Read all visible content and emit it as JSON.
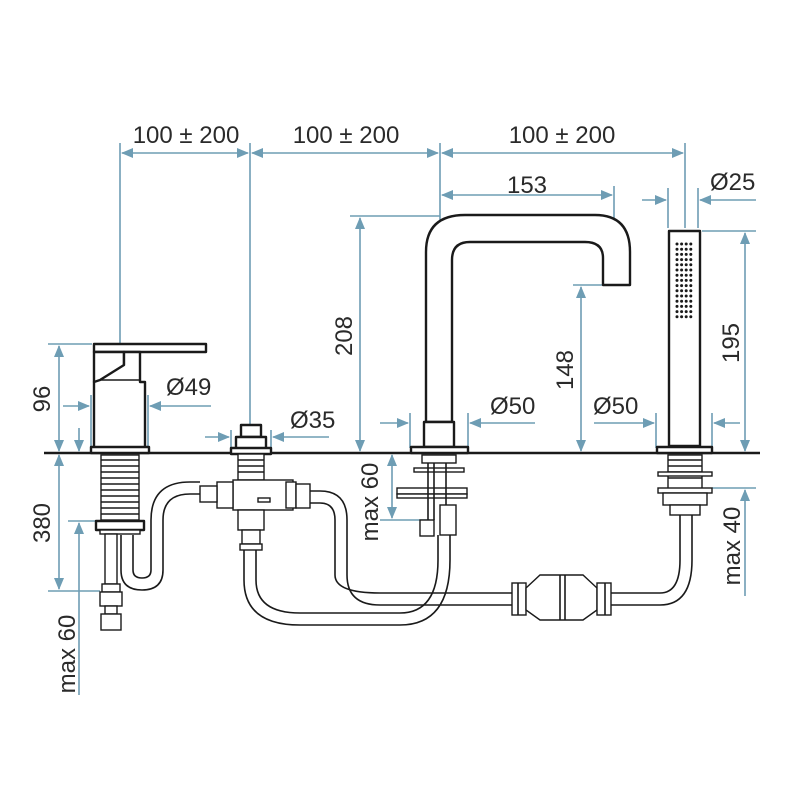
{
  "diagram": {
    "title": "Four-hole deck-mounted bath mixer installation drawing",
    "colors": {
      "dimension": "#6e9db4",
      "outline": "#1a1a1a",
      "text": "#2a2a2a",
      "background": "#ffffff"
    },
    "units": "mm",
    "dimensions": {
      "spacing_1": "100 ± 200",
      "spacing_2": "100 ± 200",
      "spacing_3": "100 ± 200",
      "spout_reach": "153",
      "shower_diameter": "Ø25",
      "spout_height": "208",
      "spout_outlet_height": "148",
      "shower_length": "195",
      "lever_height": "96",
      "lever_body_diameter": "Ø49",
      "diverter_diameter": "Ø35",
      "spout_base_diameter": "Ø50",
      "shower_base_diameter": "Ø50",
      "hose_length": "380",
      "max_deck_lever": "max 60",
      "max_deck_spout": "max 60",
      "max_deck_shower": "max 40"
    },
    "components": [
      {
        "name": "Single-lever mixer",
        "icon": "lever-mixer-icon"
      },
      {
        "name": "Diverter valve",
        "icon": "diverter-icon"
      },
      {
        "name": "Bath spout",
        "icon": "spout-icon"
      },
      {
        "name": "Hand shower with holder",
        "icon": "hand-shower-icon"
      },
      {
        "name": "Connection hoses",
        "icon": "hose-icon"
      },
      {
        "name": "Hose weight",
        "icon": "hose-weight-icon"
      }
    ]
  }
}
